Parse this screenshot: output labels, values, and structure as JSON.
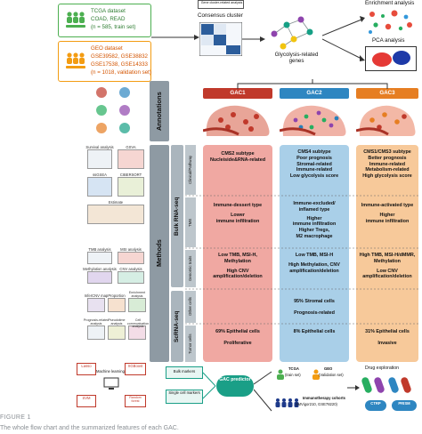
{
  "datasets": {
    "tcga": {
      "name": "TCGA dataset",
      "types": "COAD, READ",
      "n": "(n = 585, train set)"
    },
    "geo": {
      "name": "GEO dataset",
      "ids_1": "GSE39582, GSE38832",
      "ids_2": "GSE17538, GSE14333",
      "n": "(n = 1018, validation set)"
    }
  },
  "top": {
    "gene_cluster_label": "Gene cluster-related analysis",
    "consensus_cluster": "Consensus cluster",
    "glycolysis_genes": "Glycolysis-related genes",
    "enrichment_analysis": "Enrichment analysis",
    "pca_analysis": "PCA analysis"
  },
  "gac_headers": [
    "GAC1",
    "GAC2",
    "GAC3"
  ],
  "section_labels": {
    "annotations": "Annotations",
    "methods": "Methods",
    "bulk_rnaseq": "Bulk RNA-seq",
    "scrnaseq": "ScRNA-seq"
  },
  "row_labels": {
    "clinical": "Clinical/Pathway",
    "tme": "TME",
    "genomic": "Genomic traits",
    "other_cells": "Other cells",
    "tumor_cells": "Tumor cells"
  },
  "gac1": {
    "clinical": [
      "CMS2 subtype",
      "Nucleiside&RNA-related"
    ],
    "tme": [
      "Immune-dessert type",
      "Lower",
      "immune infiltration"
    ],
    "genomic": [
      "Low TMB, MSI-H,",
      "Methylation",
      "High CNV",
      "amplification/deletion"
    ],
    "tumor": [
      "69% Epithelial cells",
      "Proliferative"
    ]
  },
  "gac2": {
    "clinical": [
      "CMS4 subtype",
      "Poor prognosis",
      "Stromal-related",
      "Immune-related",
      "Low glycolysis score"
    ],
    "tme": [
      "Immune-excluded/",
      "inflamed type",
      "Higher",
      "immune infiltration",
      "Higher Tregs,",
      "M2 macrophage"
    ],
    "genomic": [
      "Low TMB, MSI-H",
      "High Methylation, CNV",
      "amplification/deletion"
    ],
    "other": [
      "95% Stromal cells",
      "Prognosis-related"
    ],
    "tumor": [
      "8% Epithelial cells"
    ]
  },
  "gac3": {
    "clinical": [
      "CMS1/CMS3 subtype",
      "Better prognosis",
      "Immune-related",
      "Metabolism-related",
      "High glycolysis score"
    ],
    "tme": [
      "Immune-activated type",
      "Higher",
      "immune infiltration"
    ],
    "genomic": [
      "High TMB, MSI-H/dMMR,",
      "Methylation",
      "Low CNV",
      "amplification/deletion"
    ],
    "tumor": [
      "31% Epithelial cells",
      "Invasive"
    ]
  },
  "methods_thumbs": {
    "survival": "Survival analysis",
    "gsva": "GSVA",
    "cibersort": "CIBERSORT",
    "ssgsea": "ssGSEA",
    "estimate": "Estimate",
    "tmb": "TMB analysis",
    "msi": "MSI analysis",
    "methylation": "Methylation analysis",
    "cnv": "CNV analysis",
    "infercnv": "InferCNV map",
    "proportion": "Proportion",
    "enrichment": "Enrichment analysis",
    "prognosis": "Prognosis-related analysis",
    "pseudotime": "Pseudotime analysis",
    "communication": "Cell communication analysis",
    "lasso": "Lasso",
    "xgboost": "XGBoost",
    "svm": "SVM",
    "random_forest": "Random forest",
    "machine_learning": "Machine learning"
  },
  "bottom": {
    "bulk_markers": "Bulk markers",
    "single_cell_markers": "Single cell markers",
    "gac_predictor": "GAC predictor",
    "tcga": "TCGA",
    "tcga_sub": "(train set)",
    "geo": "GEO",
    "geo_sub": "(Validation set)",
    "immuno": "Immunotherapy cohorts",
    "immuno_sub": "(IMVigor210, GSE78220)",
    "drug_exploration": "Drug exploration",
    "ctrp": "CTRP",
    "prism": "PRISM"
  },
  "caption": {
    "figure": "FIGURE 1",
    "text": "The whole flow chart and the summarized features of each GAC."
  },
  "colors": {
    "gac1": "#c0392b",
    "gac2": "#2e86c1",
    "gac3": "#e67e22",
    "gac1_bg": "#f0a8a2",
    "gac2_bg": "#a9cfe8",
    "gac3_bg": "#f7c99a",
    "section": "#7f8c8d",
    "green": "#4caf50",
    "orange": "#f39c12",
    "teal": "#1a9f87"
  }
}
